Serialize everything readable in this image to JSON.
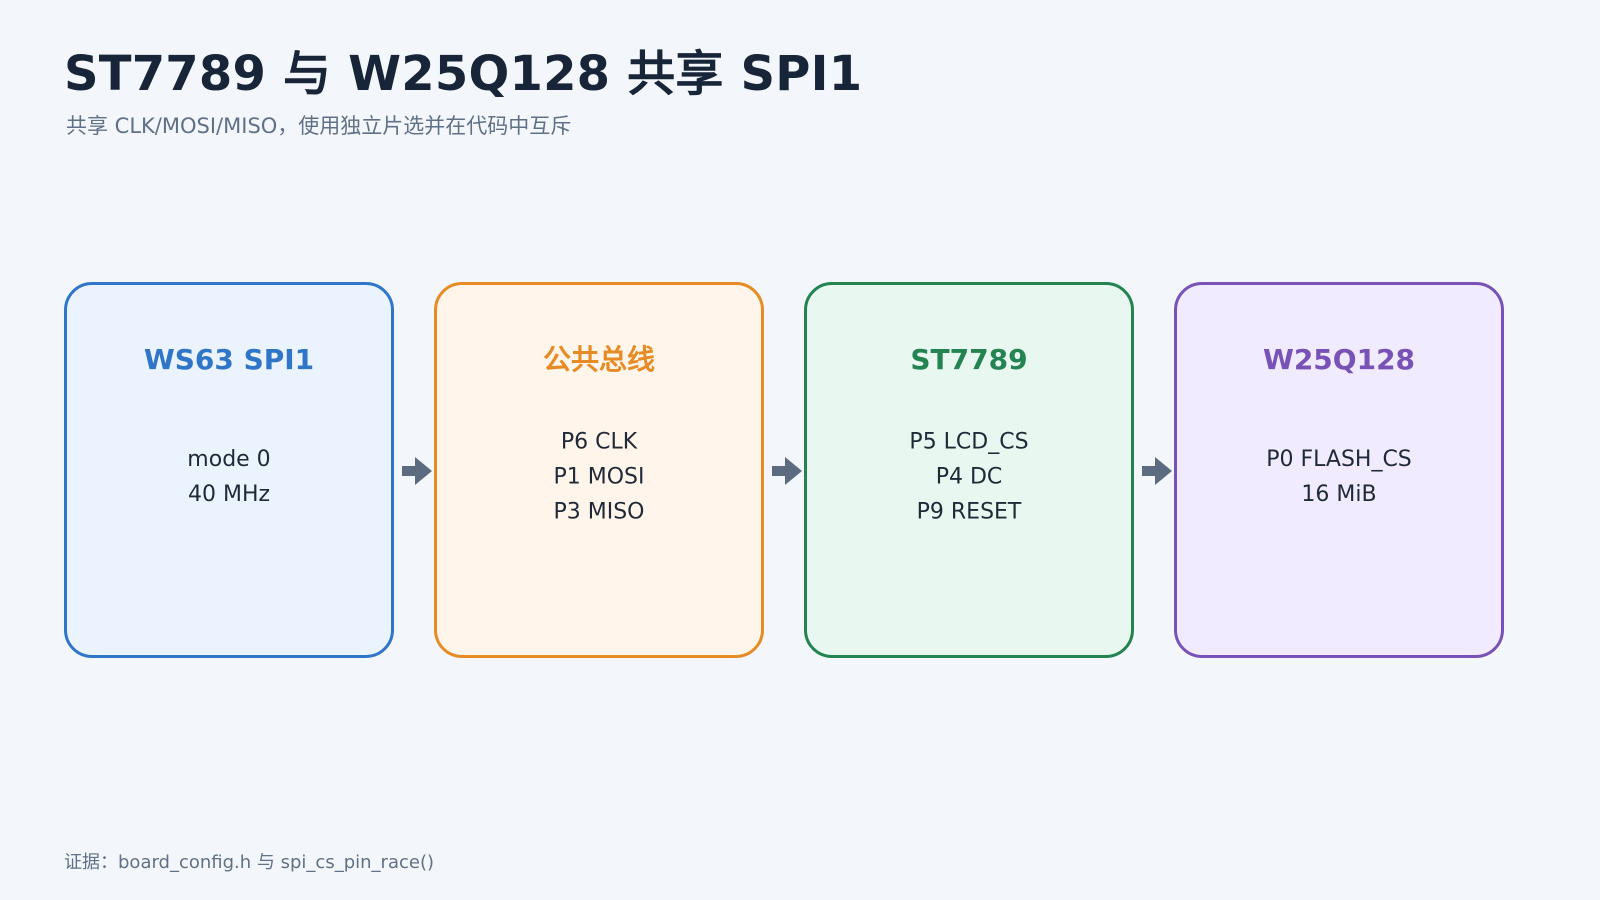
{
  "title": "ST7789 与 W25Q128 共享 SPI1",
  "subtitle": "共享 CLK/MOSI/MISO，使用独立片选并在代码中互斥",
  "boxes": [
    {
      "title": "WS63 SPI1",
      "lines": [
        "mode 0",
        "40 MHz"
      ],
      "color": "#2f75c8",
      "fill": "#ebf3ff"
    },
    {
      "title": "公共总线",
      "lines": [
        "P6 CLK",
        "P1 MOSI",
        "P3 MISO"
      ],
      "color": "#e78b24",
      "fill": "#fff5ea"
    },
    {
      "title": "ST7789",
      "lines": [
        "P5 LCD_CS",
        "P4 DC",
        "P9 RESET"
      ],
      "color": "#238351",
      "fill": "#e8f7ef"
    },
    {
      "title": "W25Q128",
      "lines": [
        "P0 FLASH_CS",
        "16 MiB"
      ],
      "color": "#7852b6",
      "fill": "#f1ebff"
    }
  ],
  "connectors": [
    {
      "icon": "arrow-right-icon",
      "color": "#5c6b80"
    },
    {
      "icon": "arrow-right-icon",
      "color": "#5c6b80"
    },
    {
      "icon": "arrow-right-icon",
      "color": "#5c6b80"
    }
  ],
  "footer": "证据：board_config.h 与 spi_cs_pin_race()"
}
